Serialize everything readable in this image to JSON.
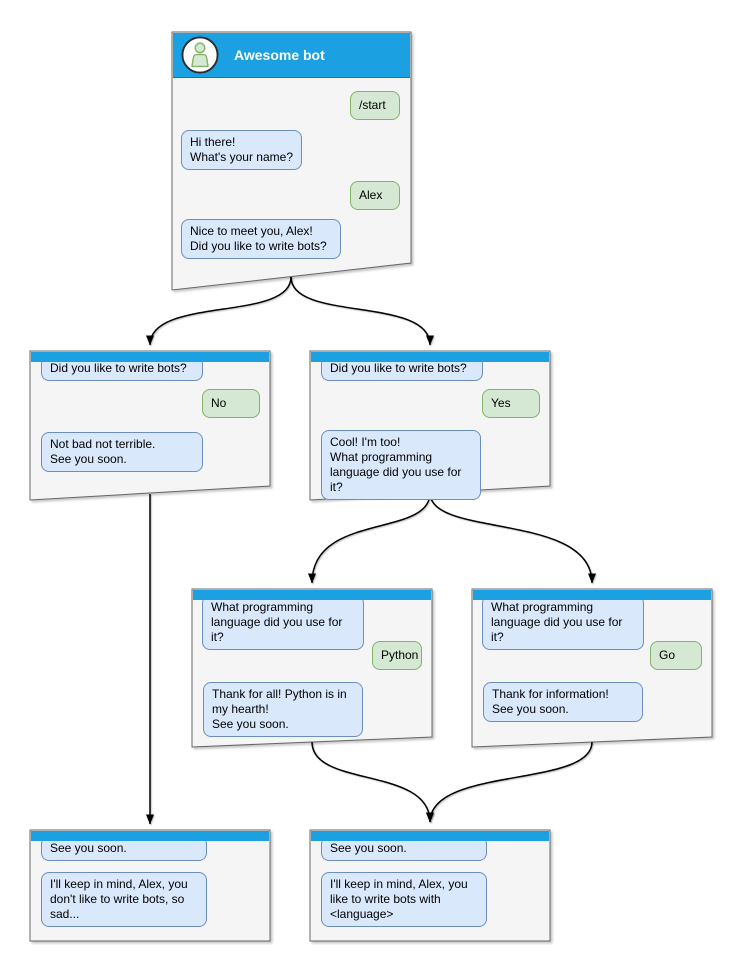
{
  "colors": {
    "header-blue": "#1ba1e2",
    "node-fill": "#f5f5f5",
    "node-border": "#666666",
    "bot-bubble-fill": "#dae8fc",
    "bot-bubble-border": "#6c8ebf",
    "user-bubble-fill": "#d5e8d4",
    "user-bubble-border": "#82b366",
    "edge-color": "#000000"
  },
  "root_node": {
    "title": "Awesome bot",
    "avatar_icon": "person-icon",
    "messages": {
      "start_command": "/start",
      "ask_name": "Hi there!\nWhat's your name?",
      "name_reply": "Alex",
      "ask_bots": "Nice to meet you, Alex!\nDid you like to write bots?"
    }
  },
  "no_branch_node": {
    "question": "Did you like to write bots?",
    "answer": "No",
    "reply": "Not bad not terrible.\nSee you soon."
  },
  "yes_branch_node": {
    "question": "Did you like to write bots?",
    "answer": "Yes",
    "reply": "Cool! I'm too!\nWhat programming\nlanguage did you use for it?"
  },
  "python_branch_node": {
    "question": "What programming\nlanguage did you use for it?",
    "answer": "Python",
    "reply": "Thank for all! Python is in\nmy hearth!\nSee you soon."
  },
  "go_branch_node": {
    "question": "What programming\nlanguage did you use for it?",
    "answer": "Go",
    "reply": "Thank for information!\nSee you soon."
  },
  "end_no_node": {
    "question": "See you soon.",
    "reply": "I'll keep in mind, Alex, you\ndon't like to write bots, so\nsad..."
  },
  "end_language_node": {
    "question": "See you soon.",
    "reply": "I'll keep in mind, Alex, you\nlike to write bots with\n<language>"
  }
}
